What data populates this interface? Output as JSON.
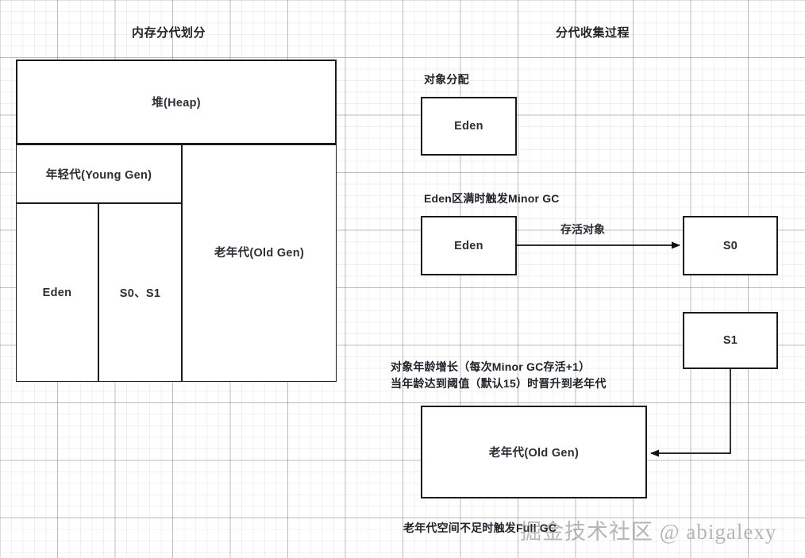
{
  "diagram": {
    "left_panel": {
      "title": "内存分代划分",
      "boxes": {
        "heap": "堆(Heap)",
        "young_gen": "年轻代(Young Gen)",
        "old_gen": "老年代(Old Gen)",
        "eden": "Eden",
        "survivors": "S0、S1"
      }
    },
    "right_panel": {
      "title": "分代收集过程",
      "captions": {
        "allocation": "对象分配",
        "minor_gc": "Eden区满时触发Minor GC",
        "promotion_line1": "对象年龄增长（每次Minor GC存活+1）",
        "promotion_line2": "当年龄达到阈值（默认15）时晋升到老年代",
        "full_gc": "老年代空间不足时触发Full GC"
      },
      "boxes": {
        "eden_alloc": "Eden",
        "eden_gc": "Eden",
        "s0": "S0",
        "s1": "S1",
        "old_gen": "老年代(Old Gen)"
      },
      "edges": {
        "survivors_label": "存活对象"
      }
    },
    "watermark": "掘金技术社区 @ abigalexy",
    "colors": {
      "stroke": "#1a1a1a",
      "text": "#2b2f33",
      "grid_major": "rgba(0,0,0,0.22)",
      "grid_minor": "rgba(0,0,0,0.055)"
    }
  }
}
